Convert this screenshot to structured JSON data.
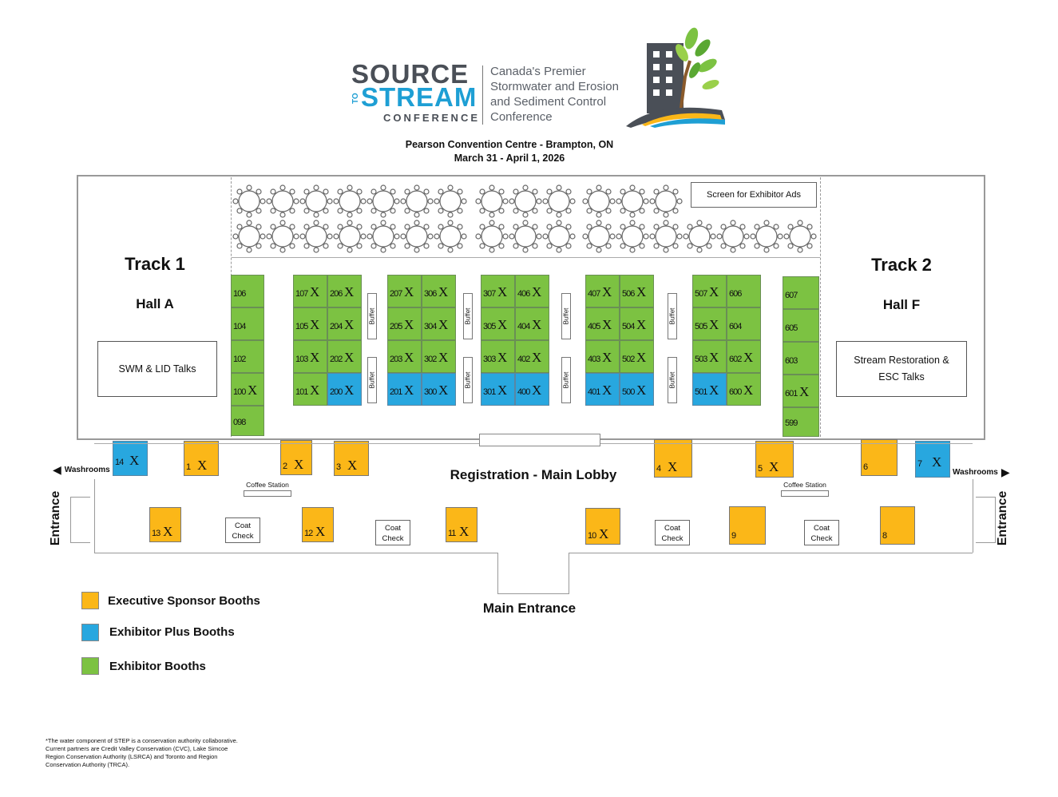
{
  "logo": {
    "source": "SOURCE",
    "to": "TO",
    "stream": "STREAM",
    "conference": "CONFERENCE",
    "tagline": [
      "Canada's Premier",
      "Stormwater and Erosion",
      "and Sediment Control",
      "Conference"
    ]
  },
  "venue": {
    "line1": "Pearson Convention Centre - Brampton, ON",
    "line2": "March 31 - April 1, 2026"
  },
  "screen_label": "Screen for Exhibitor Ads",
  "track1": {
    "title": "Track 1",
    "hall": "Hall A",
    "talks": "SWM & LID Talks"
  },
  "track2": {
    "title": "Track 2",
    "hall": "Hall F",
    "talks_line1": "Stream Restoration &",
    "talks_line2": "ESC Talks"
  },
  "buffet_label": "Buffet",
  "mark": "X",
  "booths": [
    {
      "id": "106",
      "type": "exhibitor",
      "sold": false
    },
    {
      "id": "104",
      "type": "exhibitor",
      "sold": false
    },
    {
      "id": "102",
      "type": "exhibitor",
      "sold": false
    },
    {
      "id": "100",
      "type": "exhibitor",
      "sold": true
    },
    {
      "id": "098",
      "type": "exhibitor",
      "sold": false
    },
    {
      "id": "107",
      "type": "exhibitor",
      "sold": true
    },
    {
      "id": "206",
      "type": "exhibitor",
      "sold": true
    },
    {
      "id": "105",
      "type": "exhibitor",
      "sold": true
    },
    {
      "id": "204",
      "type": "exhibitor",
      "sold": true
    },
    {
      "id": "103",
      "type": "exhibitor",
      "sold": true
    },
    {
      "id": "202",
      "type": "exhibitor",
      "sold": true
    },
    {
      "id": "101",
      "type": "exhibitor",
      "sold": true
    },
    {
      "id": "200",
      "type": "exhibitor-plus",
      "sold": true
    },
    {
      "id": "207",
      "type": "exhibitor",
      "sold": true
    },
    {
      "id": "306",
      "type": "exhibitor",
      "sold": true
    },
    {
      "id": "205",
      "type": "exhibitor",
      "sold": true
    },
    {
      "id": "304",
      "type": "exhibitor",
      "sold": true
    },
    {
      "id": "203",
      "type": "exhibitor",
      "sold": true
    },
    {
      "id": "302",
      "type": "exhibitor",
      "sold": true
    },
    {
      "id": "201",
      "type": "exhibitor-plus",
      "sold": true
    },
    {
      "id": "300",
      "type": "exhibitor-plus",
      "sold": true
    },
    {
      "id": "307",
      "type": "exhibitor",
      "sold": true
    },
    {
      "id": "406",
      "type": "exhibitor",
      "sold": true
    },
    {
      "id": "305",
      "type": "exhibitor",
      "sold": true
    },
    {
      "id": "404",
      "type": "exhibitor",
      "sold": true
    },
    {
      "id": "303",
      "type": "exhibitor",
      "sold": true
    },
    {
      "id": "402",
      "type": "exhibitor",
      "sold": true
    },
    {
      "id": "301",
      "type": "exhibitor-plus",
      "sold": true
    },
    {
      "id": "400",
      "type": "exhibitor-plus",
      "sold": true
    },
    {
      "id": "407",
      "type": "exhibitor",
      "sold": true
    },
    {
      "id": "506",
      "type": "exhibitor",
      "sold": true
    },
    {
      "id": "405",
      "type": "exhibitor",
      "sold": true
    },
    {
      "id": "504",
      "type": "exhibitor",
      "sold": true
    },
    {
      "id": "403",
      "type": "exhibitor",
      "sold": true
    },
    {
      "id": "502",
      "type": "exhibitor",
      "sold": true
    },
    {
      "id": "401",
      "type": "exhibitor-plus",
      "sold": true
    },
    {
      "id": "500",
      "type": "exhibitor-plus",
      "sold": true
    },
    {
      "id": "507",
      "type": "exhibitor",
      "sold": true
    },
    {
      "id": "606",
      "type": "exhibitor",
      "sold": false
    },
    {
      "id": "505",
      "type": "exhibitor",
      "sold": true
    },
    {
      "id": "604",
      "type": "exhibitor",
      "sold": false
    },
    {
      "id": "503",
      "type": "exhibitor",
      "sold": true
    },
    {
      "id": "602",
      "type": "exhibitor",
      "sold": true
    },
    {
      "id": "501",
      "type": "exhibitor-plus",
      "sold": true
    },
    {
      "id": "600",
      "type": "exhibitor",
      "sold": true
    },
    {
      "id": "607",
      "type": "exhibitor",
      "sold": false
    },
    {
      "id": "605",
      "type": "exhibitor",
      "sold": false
    },
    {
      "id": "603",
      "type": "exhibitor",
      "sold": false
    },
    {
      "id": "601",
      "type": "exhibitor",
      "sold": true
    },
    {
      "id": "599",
      "type": "exhibitor",
      "sold": false
    },
    {
      "id": "14",
      "type": "exhibitor-plus",
      "sold": true
    },
    {
      "id": "1",
      "type": "executive",
      "sold": true
    },
    {
      "id": "2",
      "type": "executive",
      "sold": true
    },
    {
      "id": "3",
      "type": "executive",
      "sold": true
    },
    {
      "id": "4",
      "type": "executive",
      "sold": true
    },
    {
      "id": "5",
      "type": "executive",
      "sold": true
    },
    {
      "id": "6",
      "type": "executive",
      "sold": false
    },
    {
      "id": "7",
      "type": "exhibitor-plus",
      "sold": true
    },
    {
      "id": "13",
      "type": "executive",
      "sold": true
    },
    {
      "id": "12",
      "type": "executive",
      "sold": true
    },
    {
      "id": "11",
      "type": "executive",
      "sold": true
    },
    {
      "id": "10",
      "type": "executive",
      "sold": true
    },
    {
      "id": "9",
      "type": "executive",
      "sold": false
    },
    {
      "id": "8",
      "type": "executive",
      "sold": false
    }
  ],
  "lobby": {
    "registration": "Registration - Main Lobby",
    "washrooms": "Washrooms",
    "coffee": "Coffee Station",
    "coat_line1": "Coat",
    "coat_line2": "Check",
    "entrance": "Entrance",
    "main_entrance": "Main Entrance"
  },
  "legend": [
    {
      "label": "Executive Sponsor Booths",
      "color": "#fbb718"
    },
    {
      "label": "Exhibitor Plus Booths",
      "color": "#28a7df"
    },
    {
      "label": "Exhibitor Booths",
      "color": "#7cc242"
    }
  ],
  "colors": {
    "executive": "#fbb718",
    "exhibitor-plus": "#28a7df",
    "exhibitor": "#7cc242"
  },
  "footnote": [
    "*The water component of STEP is a conservation authority collaborative.",
    "Current partners are Credit Valley Conservation (CVC), Lake Simcoe",
    "Region Conservation Authority (LSRCA) and Toronto and Region",
    "Conservation Authority (TRCA)."
  ]
}
